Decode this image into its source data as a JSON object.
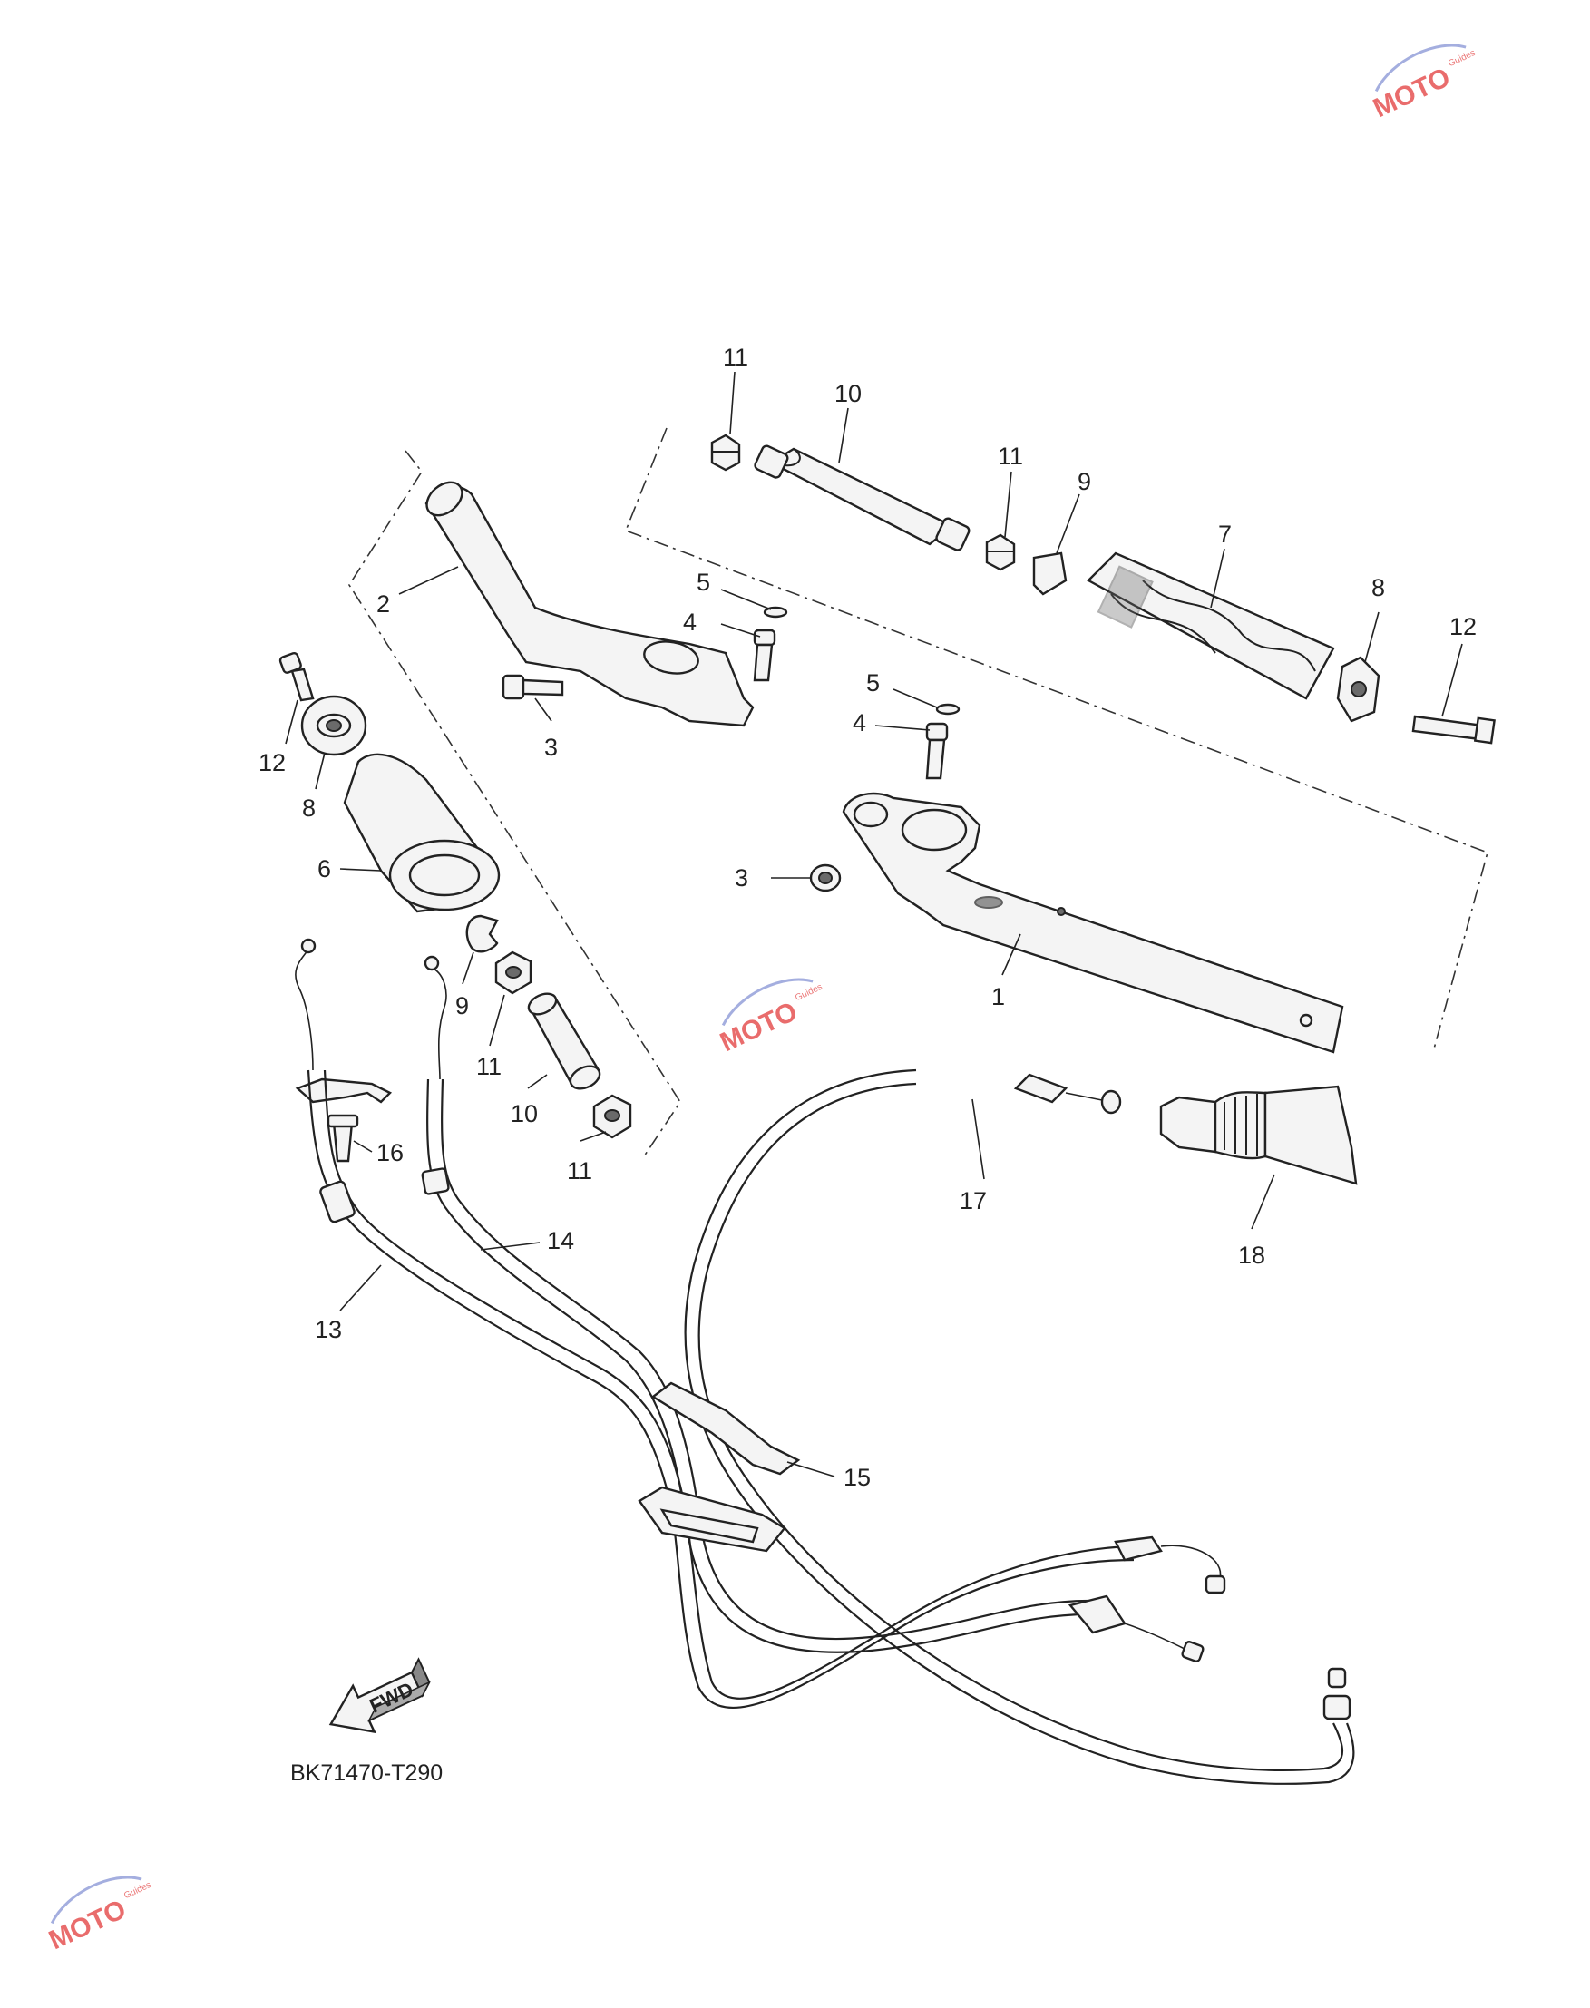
{
  "diagram": {
    "code": "BK71470-T290",
    "fwd_label": "FWD",
    "callouts": {
      "c11_top": "11",
      "c10_top": "10",
      "c11_mid": "11",
      "c9_right": "9",
      "c7": "7",
      "c8_right": "8",
      "c12_right": "12",
      "c2": "2",
      "c5_left": "5",
      "c4_left": "4",
      "c3_left": "3",
      "c12_left": "12",
      "c8_left": "8",
      "c6": "6",
      "c5_right": "5",
      "c4_right": "4",
      "c3_right": "3",
      "c1": "1",
      "c9_left": "9",
      "c11_left_a": "11",
      "c10_left": "10",
      "c11_left_b": "11",
      "c16": "16",
      "c14": "14",
      "c13": "13",
      "c17": "17",
      "c18": "18",
      "c15": "15"
    }
  },
  "watermark": {
    "logo_text": "MOTO",
    "sub_text": "Guides",
    "color": "#e23b3b",
    "swoosh_color": "#5a6cc4"
  }
}
